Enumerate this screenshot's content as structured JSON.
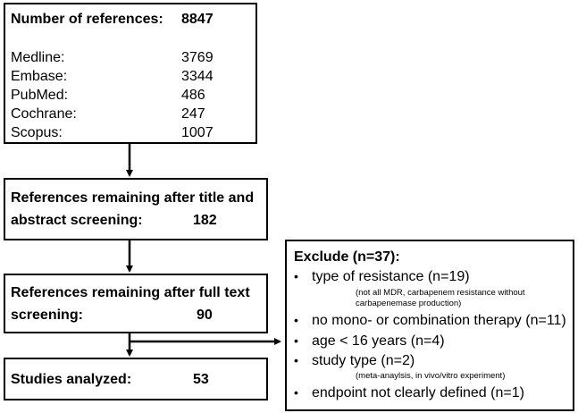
{
  "box_references": {
    "title": "Number of references:",
    "total": "8847",
    "sources": [
      {
        "label": "Medline:",
        "value": "3769"
      },
      {
        "label": "Embase:",
        "value": "3344"
      },
      {
        "label": "PubMed:",
        "value": "486"
      },
      {
        "label": "Cochrane:",
        "value": "247"
      },
      {
        "label": "Scopus:",
        "value": "1007"
      }
    ]
  },
  "box_title_abstract": {
    "line1": "References remaining after title and",
    "line2": "abstract screening:",
    "value": "182"
  },
  "box_full_text": {
    "line1": "References remaining after full text",
    "line2": "screening:",
    "value": "90"
  },
  "box_analyzed": {
    "label": "Studies analyzed:",
    "value": "53"
  },
  "box_exclude": {
    "title": "Exclude (n=37):",
    "items": [
      {
        "text": "type of resistance (n=19)",
        "note1": "(not all MDR, carbapenem resistance without",
        "note2": "carbapenemase production)"
      },
      {
        "text": "no mono- or combination therapy (n=11)"
      },
      {
        "text": "age < 16 years (n=4)"
      },
      {
        "text": "study type (n=2)",
        "note1": "(meta-anaylsis, in vivo/vitro experiment)"
      },
      {
        "text": "endpoint not clearly defined (n=1)"
      }
    ],
    "bullet_glyph": "•"
  }
}
